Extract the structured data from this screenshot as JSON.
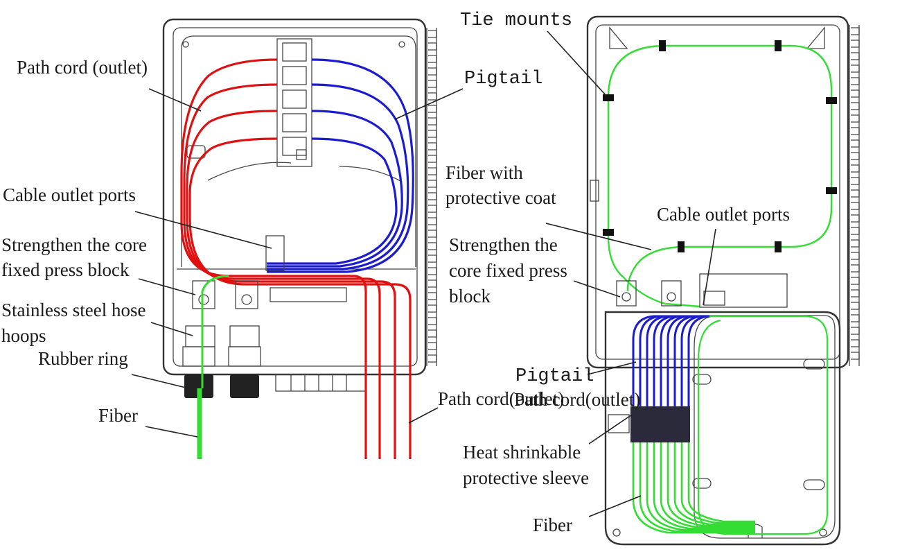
{
  "colors": {
    "patch_cord": "#e01010",
    "pigtail": "#1c1ccf",
    "fiber": "#33dd33",
    "sleeve": "#2a2a3a",
    "outline": "#333333"
  },
  "left_box": {
    "labels": {
      "path_cord": "Path cord (outlet)",
      "pigtail": "Pigtail",
      "cable_outlet_ports": "Cable outlet ports",
      "strengthen_1": "Strengthen the core",
      "strengthen_2": "fixed press block",
      "hose_1": "Stainless steel hose",
      "hose_2": "hoops",
      "rubber_ring": "Rubber ring",
      "fiber": "Fiber",
      "path_cord_outlet": "Path  cord(outlet)"
    }
  },
  "right_box": {
    "labels": {
      "tie_mounts": "Tie mounts",
      "fiber_coat_1": "Fiber with",
      "fiber_coat_2": "protective coat",
      "cable_outlet_ports": "Cable outlet ports",
      "strengthen_1": "Strengthen the",
      "strengthen_2": "core fixed press",
      "strengthen_3": "block",
      "pigtail": "Pigtail",
      "path_cord": "Path cord(outlet)",
      "sleeve_1": "Heat shrinkable",
      "sleeve_2": "protective sleeve",
      "fiber": "Fiber"
    }
  }
}
